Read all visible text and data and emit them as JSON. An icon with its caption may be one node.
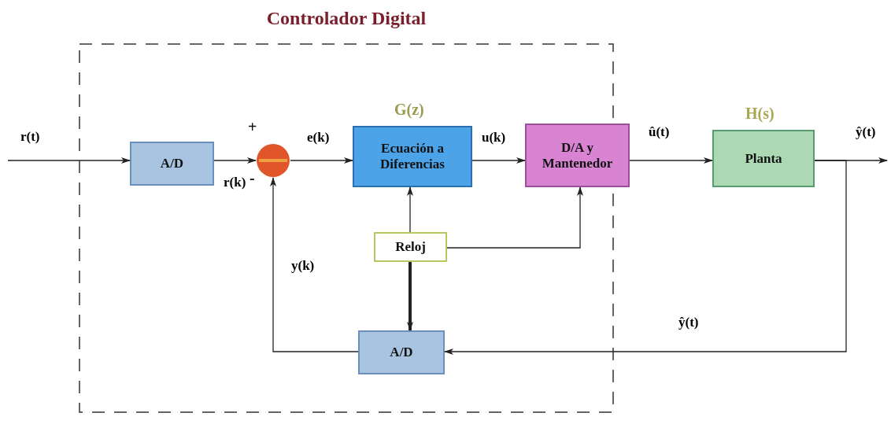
{
  "diagram": {
    "nodes": [
      {
        "text": [
          "Controlador Digital"
        ]
      },
      {
        "text": [
          "A/D"
        ],
        "in": 0
      },
      {
        "text": [],
        "shape": "circle",
        "in": 0,
        "beside": [
          "+",
          "-"
        ]
      },
      {
        "text": [
          "Ecuación a Diferencias"
        ],
        "in": 0,
        "beside": [
          "G(z)"
        ]
      },
      {
        "text": [
          "D/A y Mantenedor"
        ]
      },
      {
        "text": [
          "Planta"
        ],
        "beside": [
          "H(s)"
        ]
      },
      {
        "text": [
          "Reloj"
        ],
        "in": 0
      },
      {
        "text": [
          "A/D"
        ],
        "in": 0
      }
    ],
    "edges": [
      {
        "from": null,
        "to": 1,
        "arrow": "to",
        "label": "r(t)"
      },
      {
        "from": 1,
        "to": 2,
        "arrow": "to",
        "label": "r(k)"
      },
      {
        "from": 2,
        "to": 3,
        "arrow": "to",
        "label": "e(k)"
      },
      {
        "from": 3,
        "to": 4,
        "arrow": "to",
        "label": "u(k)"
      },
      {
        "from": 4,
        "to": 5,
        "arrow": "to",
        "label": "û(t)"
      },
      {
        "from": 5,
        "to": null,
        "arrow": "to",
        "label": "ŷ(t)"
      },
      {
        "from": 5,
        "to": 7,
        "arrow": "to",
        "label": "ŷ(t)"
      },
      {
        "from": 7,
        "to": 2,
        "arrow": "to",
        "label": "y(k)"
      },
      {
        "from": 6,
        "to": 3,
        "arrow": "to"
      },
      {
        "from": 6,
        "to": 4,
        "arrow": "to"
      },
      {
        "from": 6,
        "to": 7,
        "arrow": "to",
        "style": "thick"
      }
    ]
  }
}
